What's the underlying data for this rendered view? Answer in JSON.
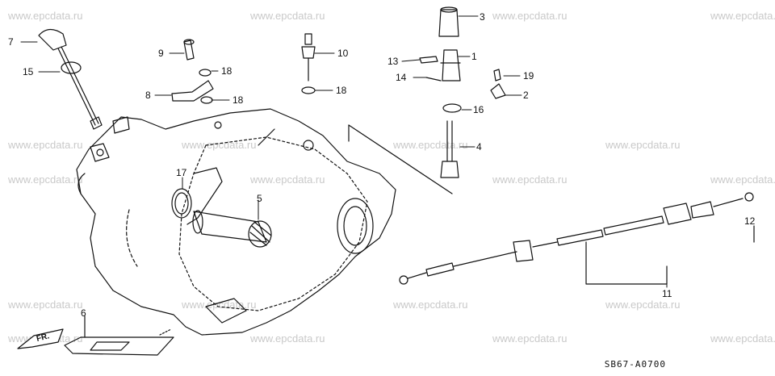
{
  "watermark_text": "www.epcdata.ru",
  "front_label": "FR.",
  "diagram_code": "SB67-A0700",
  "callouts": [
    "1",
    "2",
    "3",
    "4",
    "5",
    "6",
    "7",
    "8",
    "9",
    "10",
    "11",
    "12",
    "13",
    "14",
    "15",
    "16",
    "17",
    "18",
    "18",
    "18",
    "19"
  ],
  "ink_color": "#111111",
  "watermark_color": "#c9c9c9"
}
